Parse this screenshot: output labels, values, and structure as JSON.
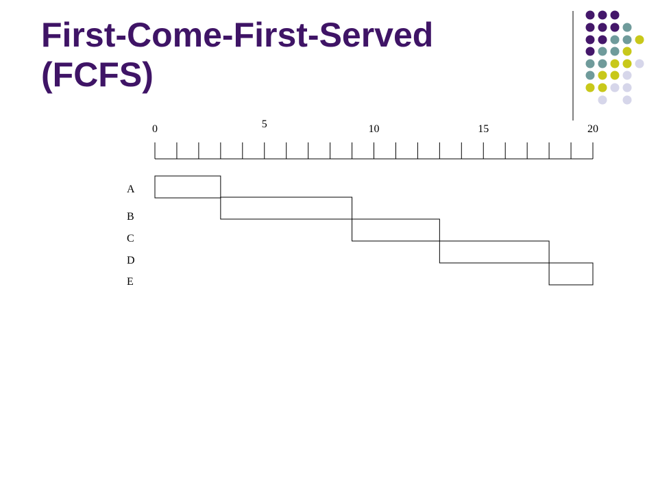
{
  "title": {
    "line1": "First-Come-First-Served",
    "line2": "(FCFS)"
  },
  "colors": {
    "title": "#3f1466",
    "dot_purple": "#44176a",
    "dot_teal": "#6f9b9b",
    "dot_lime": "#c8c81a",
    "dot_lavender": "#d6d6ea"
  },
  "chart_data": {
    "type": "gantt",
    "axis": {
      "min": 0,
      "max": 20,
      "tick_step": 1,
      "tick_labels": [
        {
          "value": 0,
          "text": "0"
        },
        {
          "value": 5,
          "text": "5"
        },
        {
          "value": 10,
          "text": "10"
        },
        {
          "value": 15,
          "text": "15"
        },
        {
          "value": 20,
          "text": "20"
        }
      ]
    },
    "processes": [
      {
        "name": "A",
        "start": 0,
        "end": 3
      },
      {
        "name": "B",
        "start": 3,
        "end": 9
      },
      {
        "name": "C",
        "start": 9,
        "end": 13
      },
      {
        "name": "D",
        "start": 13,
        "end": 18
      },
      {
        "name": "E",
        "start": 18,
        "end": 20
      }
    ]
  }
}
